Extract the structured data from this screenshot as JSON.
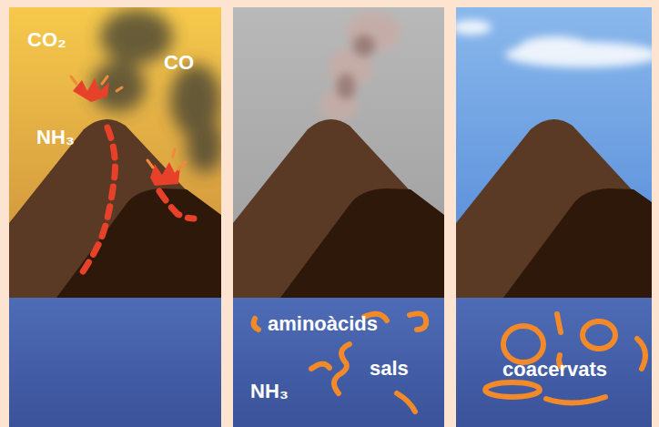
{
  "diagram": {
    "labels": [
      "CO₂",
      "CO",
      "NH₃",
      "aminoàcids",
      "sals",
      "NH₃",
      "coacervats"
    ]
  }
}
